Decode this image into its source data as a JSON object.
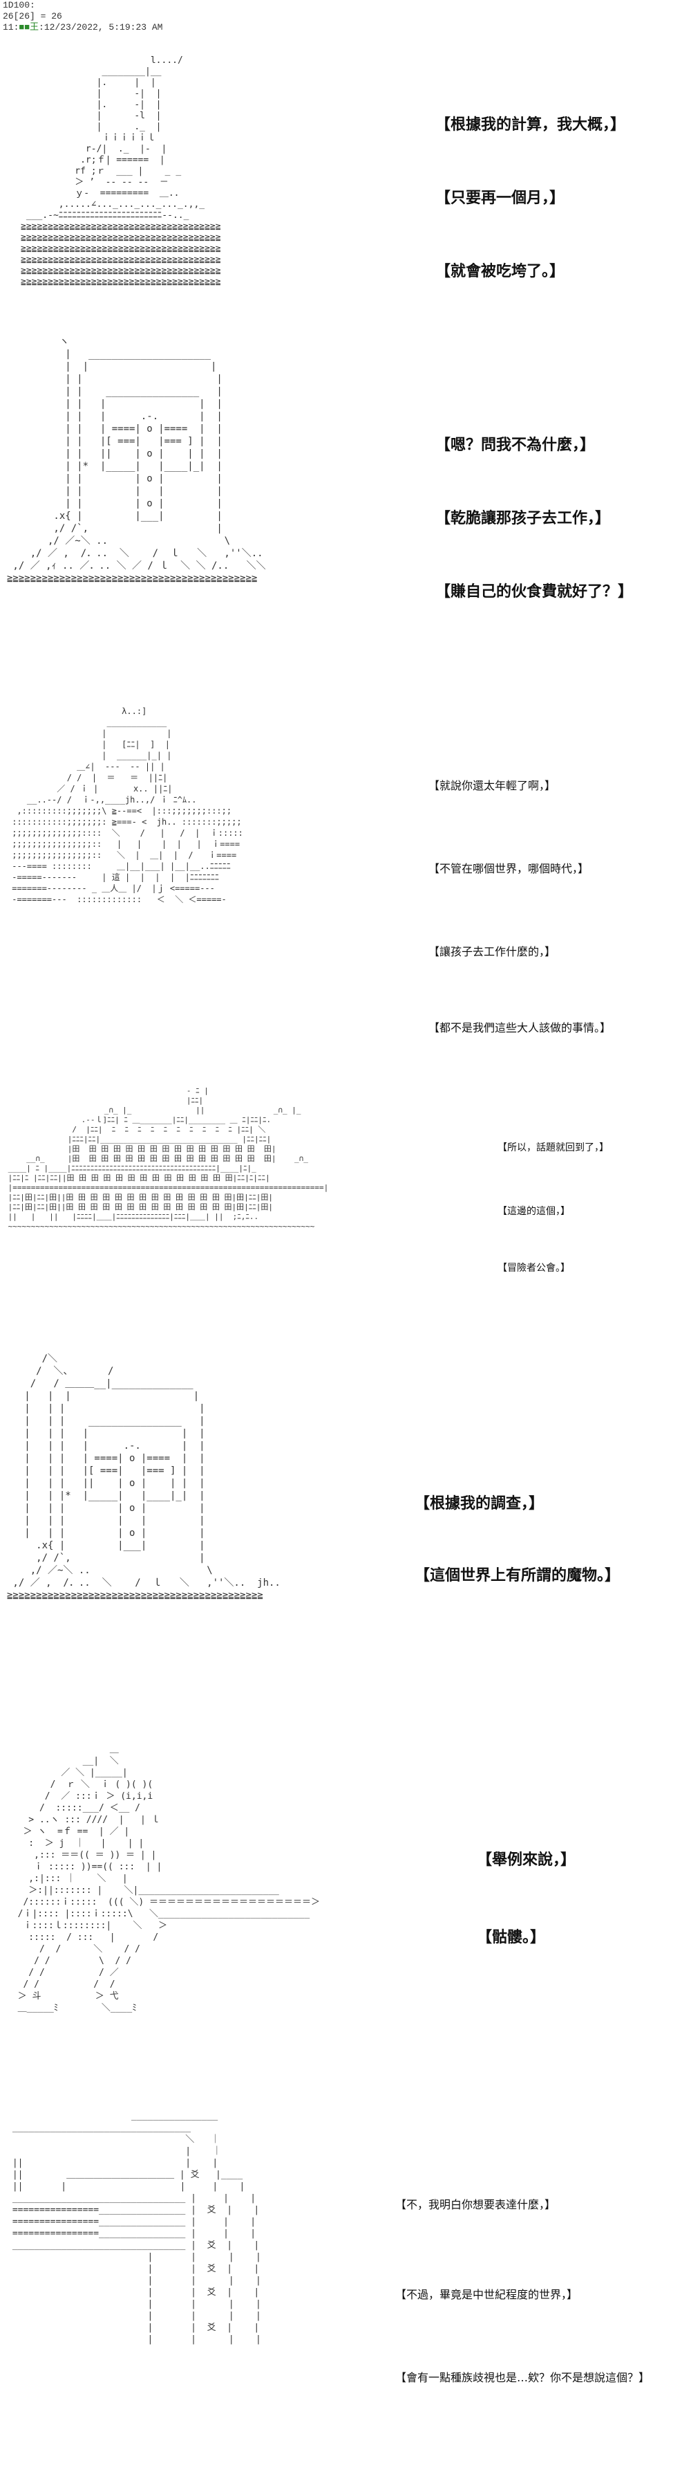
{
  "header": {
    "line1": "1D100:",
    "line2": "26[26] = 26",
    "post_num": "11:",
    "post_name": "■■王",
    "post_date": ":12/23/2022, 5:19:23 AM"
  },
  "panels": [
    {
      "lines": [
        "【根據我的計算，我大概，】",
        "【只要再一個月，】",
        "【就會被吃垮了。】"
      ]
    },
    {
      "lines": [
        "【嗯？問我不為什麼，】",
        "【乾脆讓那孩子去工作，】",
        "【賺自己的伙食費就好了？】"
      ]
    },
    {
      "lines": [
        "【就說你還太年輕了啊，】",
        "【不管在哪個世界，哪個時代，】",
        "【讓孩子去工作什麼的，】",
        "【都不是我們這些大人該做的事情。】"
      ]
    },
    {
      "lines": [
        "【所以，話題就回到了，】",
        "【這邊的這個，】",
        "【冒險者公會。】"
      ]
    },
    {
      "lines": [
        "【根據我的調查，】",
        "【這個世界上有所謂的魔物。】"
      ]
    },
    {
      "lines": [
        "【舉例來說，】",
        "【骷髏。】"
      ]
    },
    {
      "lines": [
        "【不，我明白你想要表達什麼，】",
        "【不過，畢竟是中世紀程度的世界，】",
        "【會有一點種族歧視也是…欸？你不是想說這個？】"
      ]
    }
  ]
}
